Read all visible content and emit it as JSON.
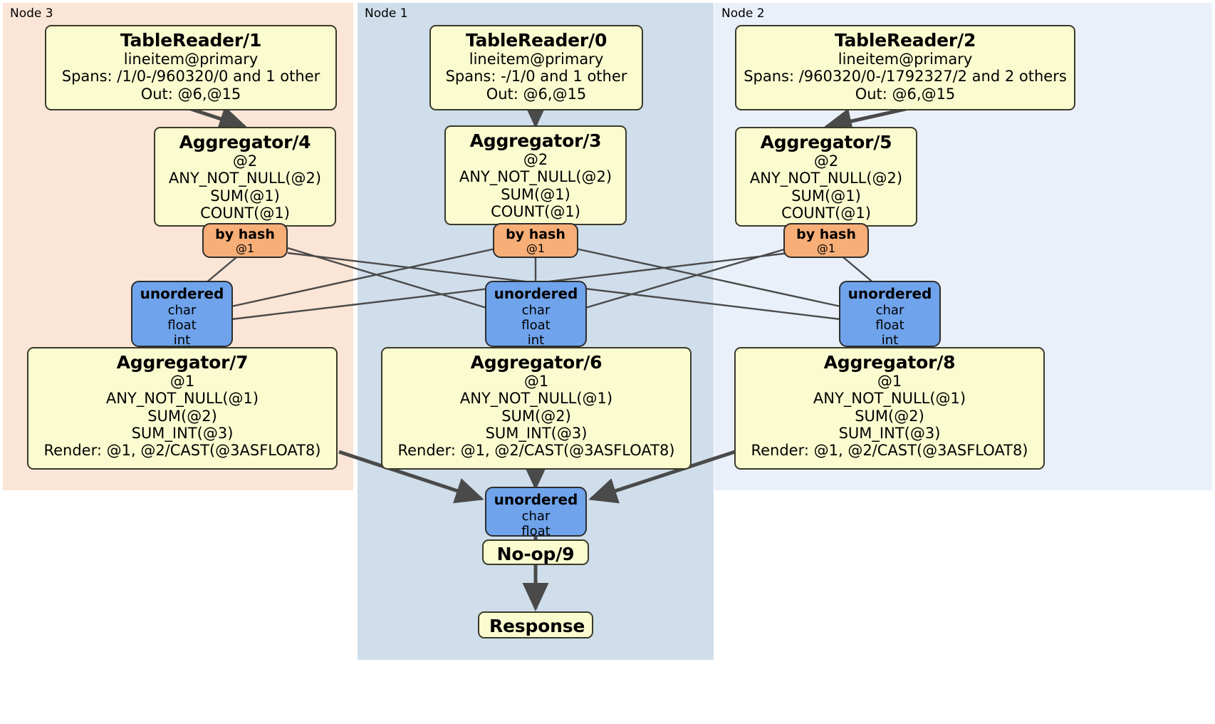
{
  "diagram": {
    "kind": "distributed-query-plan",
    "panels": [
      {
        "id": "node3",
        "label": "Node 3",
        "color": "#fbe5d6"
      },
      {
        "id": "node1",
        "label": "Node 1",
        "color": "#cfdeea"
      },
      {
        "id": "node2",
        "label": "Node 2",
        "color": "#eaf0fa"
      }
    ],
    "table_readers": [
      {
        "id": "tr1",
        "title": "TableReader/1",
        "lines": [
          "lineitem@primary",
          "Spans: /1/0-/960320/0 and 1 other",
          "Out: @6,@15"
        ]
      },
      {
        "id": "tr0",
        "title": "TableReader/0",
        "lines": [
          "lineitem@primary",
          "Spans: -/1/0 and 1 other",
          "Out: @6,@15"
        ]
      },
      {
        "id": "tr2",
        "title": "TableReader/2",
        "lines": [
          "lineitem@primary",
          "Spans: /960320/0-/1792327/2 and 2 others",
          "Out: @6,@15"
        ]
      }
    ],
    "local_aggregators": [
      {
        "id": "agg4",
        "title": "Aggregator/4",
        "lines": [
          "@2",
          "ANY_NOT_NULL(@2)",
          "SUM(@1)",
          "COUNT(@1)"
        ]
      },
      {
        "id": "agg3",
        "title": "Aggregator/3",
        "lines": [
          "@2",
          "ANY_NOT_NULL(@2)",
          "SUM(@1)",
          "COUNT(@1)"
        ]
      },
      {
        "id": "agg5",
        "title": "Aggregator/5",
        "lines": [
          "@2",
          "ANY_NOT_NULL(@2)",
          "SUM(@1)",
          "COUNT(@1)"
        ]
      }
    ],
    "routers": [
      {
        "id": "hash4",
        "title": "by hash",
        "detail": "@1"
      },
      {
        "id": "hash3",
        "title": "by hash",
        "detail": "@1"
      },
      {
        "id": "hash5",
        "title": "by hash",
        "detail": "@1"
      }
    ],
    "synchronizers": [
      {
        "id": "sync7",
        "title": "unordered",
        "types": [
          "char",
          "float",
          "int"
        ]
      },
      {
        "id": "sync6",
        "title": "unordered",
        "types": [
          "char",
          "float",
          "int"
        ]
      },
      {
        "id": "sync8",
        "title": "unordered",
        "types": [
          "char",
          "float",
          "int"
        ]
      },
      {
        "id": "sync9",
        "title": "unordered",
        "types": [
          "char",
          "float"
        ]
      }
    ],
    "final_aggregators": [
      {
        "id": "agg7",
        "title": "Aggregator/7",
        "lines": [
          "@1",
          "ANY_NOT_NULL(@1)",
          "SUM(@2)",
          "SUM_INT(@3)",
          "Render: @1, @2/CAST(@3ASFLOAT8)"
        ]
      },
      {
        "id": "agg6",
        "title": "Aggregator/6",
        "lines": [
          "@1",
          "ANY_NOT_NULL(@1)",
          "SUM(@2)",
          "SUM_INT(@3)",
          "Render: @1, @2/CAST(@3ASFLOAT8)"
        ]
      },
      {
        "id": "agg8",
        "title": "Aggregator/8",
        "lines": [
          "@1",
          "ANY_NOT_NULL(@1)",
          "SUM(@2)",
          "SUM_INT(@3)",
          "Render: @1, @2/CAST(@3ASFLOAT8)"
        ]
      }
    ],
    "noop": {
      "id": "noop9",
      "title": "No-op/9"
    },
    "response": {
      "id": "response",
      "title": "Response"
    }
  }
}
